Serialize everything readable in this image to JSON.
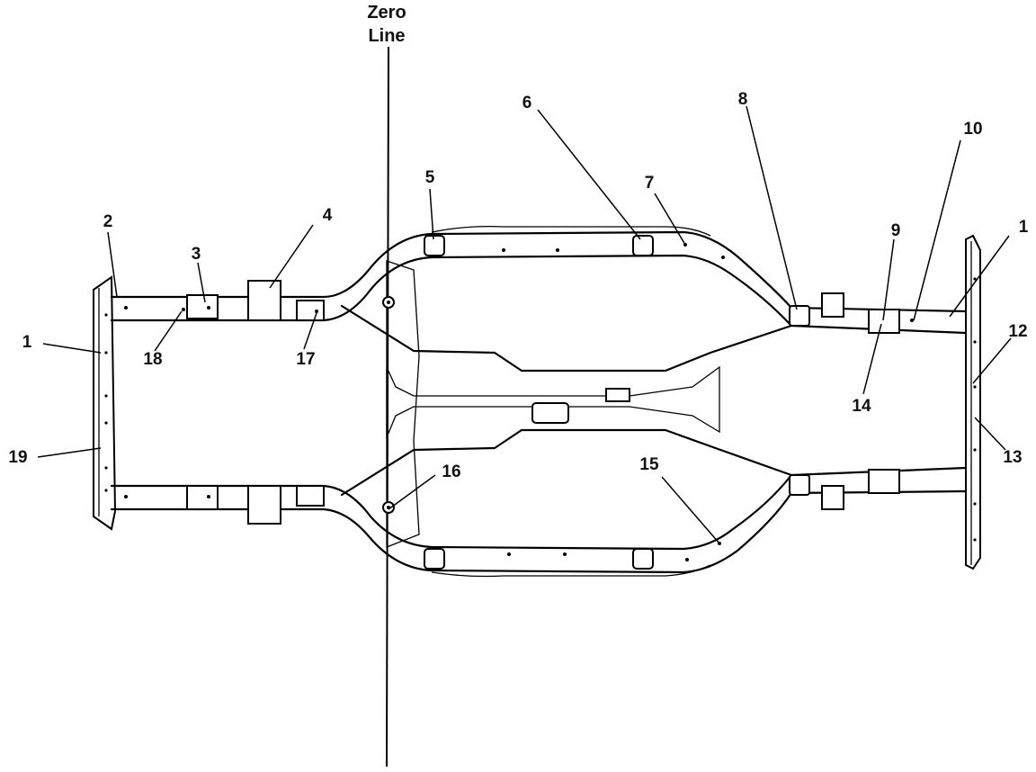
{
  "zero_line": {
    "line1": "Zero",
    "line2": "Line"
  },
  "callouts": {
    "c1_left": "1",
    "c2": "2",
    "c3": "3",
    "c4": "4",
    "c5": "5",
    "c6": "6",
    "c7": "7",
    "c8": "8",
    "c9": "9",
    "c10": "10",
    "c1_right": "1",
    "c12": "12",
    "c13": "13",
    "c14": "14",
    "c15": "15",
    "c16": "16",
    "c17": "17",
    "c18": "18",
    "c19": "19"
  }
}
